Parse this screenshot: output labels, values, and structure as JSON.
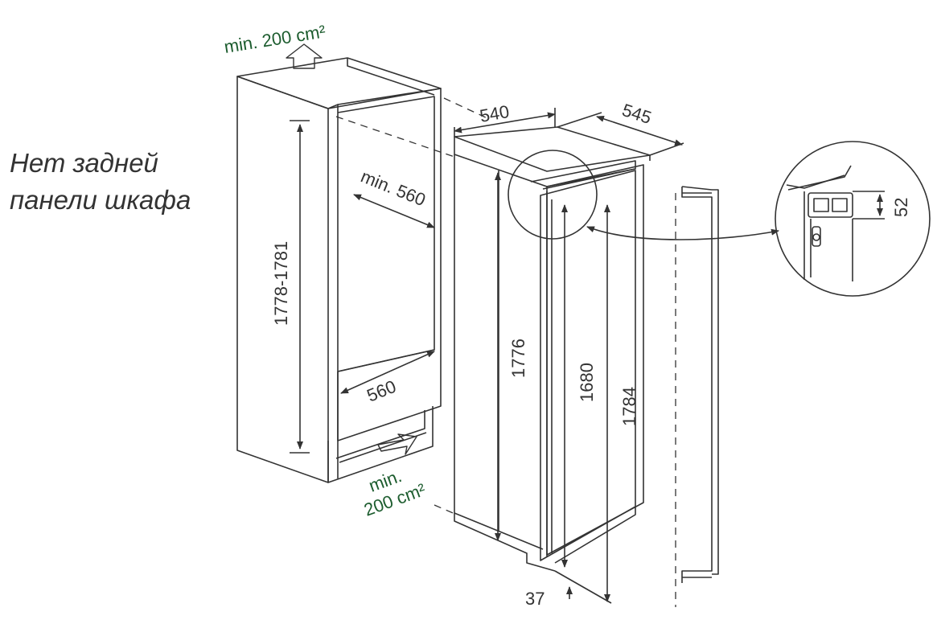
{
  "note": {
    "line1": "Нет задней",
    "line2": "панели шкафа"
  },
  "labels": {
    "vent_top": "min. 200 cm²",
    "vent_bottom_1": "min.",
    "vent_bottom_2": "200 cm²",
    "depth_min": "min. 560",
    "width_min": "560",
    "niche_height": "1778-1781",
    "appliance_width": "540",
    "appliance_depth": "545",
    "appliance_height": "1776",
    "door_height": "1680",
    "total_height": "1784",
    "plinth_offset": "37",
    "detail_height": "52"
  },
  "colors": {
    "line": "#333333",
    "vent_label": "#1c5c2e"
  }
}
